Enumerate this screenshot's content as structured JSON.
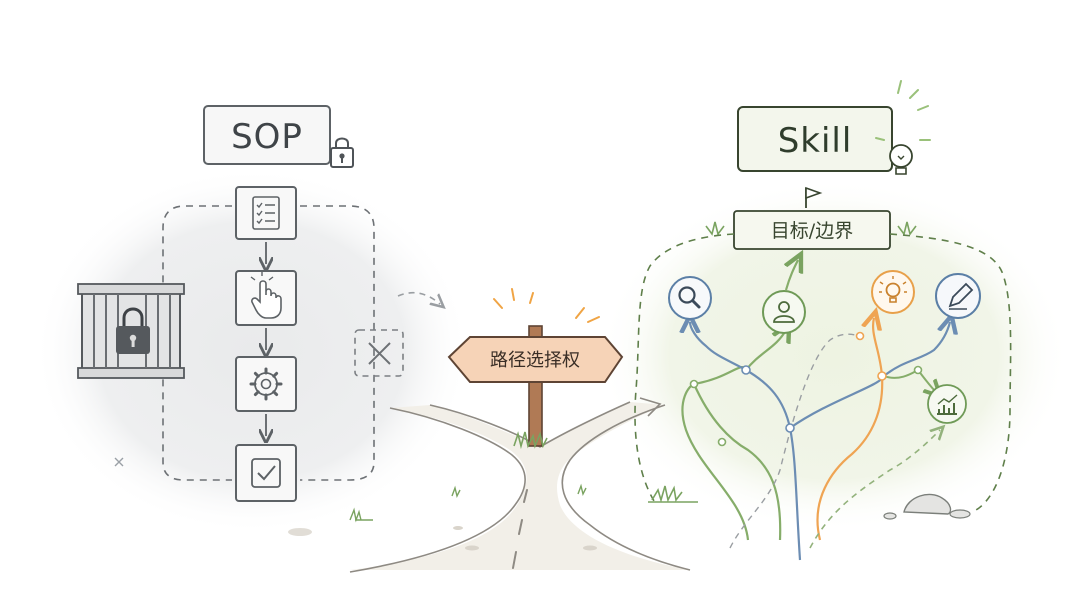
{
  "left_panel": {
    "title": "SOP",
    "lock_icon": "lock-icon",
    "steps": [
      {
        "name": "checklist-step",
        "icon": "checklist-icon"
      },
      {
        "name": "click-step",
        "icon": "pointer-hand-icon"
      },
      {
        "name": "process-step",
        "icon": "gear-icon"
      },
      {
        "name": "done-step",
        "icon": "checkbox-icon"
      }
    ],
    "cage_icon": "caged-lock-icon",
    "blocked_icon": "x-mark-icon"
  },
  "center": {
    "sign_label": "路径选择权",
    "signpost_icon": "signpost-icon"
  },
  "right_panel": {
    "title": "Skill",
    "title_icon": "lightbulb-icon",
    "goal_label": "目标/边界",
    "goal_icon": "flag-icon",
    "nodes": [
      {
        "name": "search-node",
        "icon": "magnifier-icon",
        "color": "#5b7fa6"
      },
      {
        "name": "user-node",
        "icon": "person-icon",
        "color": "#6f9a57"
      },
      {
        "name": "idea-node",
        "icon": "lightbulb-icon",
        "color": "#e8a04a"
      },
      {
        "name": "edit-node",
        "icon": "pencil-icon",
        "color": "#5b7fa6"
      },
      {
        "name": "chart-node",
        "icon": "chart-icon",
        "color": "#6f9a57"
      }
    ]
  },
  "colors": {
    "sop_gray": "#5d6266",
    "skill_green": "#6f9a57",
    "path_blue": "#6c8db3",
    "path_orange": "#efa453",
    "sign_wood": "#f6d3b7",
    "road": "#efebe3"
  }
}
